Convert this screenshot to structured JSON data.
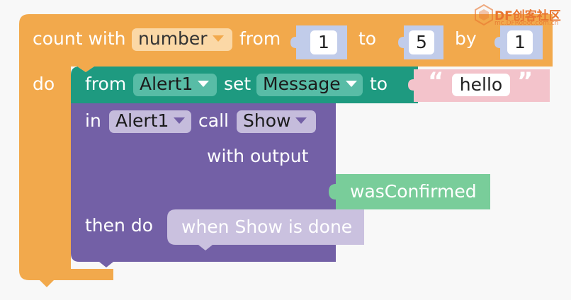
{
  "loop_block": {
    "label_count_with": "count with",
    "variable": "number",
    "label_from": "from",
    "from_value": "1",
    "label_to": "to",
    "to_value": "5",
    "label_by": "by",
    "by_value": "1",
    "label_do": "do"
  },
  "set_block": {
    "label_from": "from",
    "component": "Alert1",
    "label_set": "set",
    "property": "Message",
    "label_to": "to",
    "quote_open": "“",
    "text_value": "hello",
    "quote_close": "”"
  },
  "call_block": {
    "label_in": "in",
    "component": "Alert1",
    "label_call": "call",
    "method": "Show",
    "label_with_output": "with output",
    "output_var": "wasConfirmed",
    "label_then_do": "then do",
    "placeholder": "when Show is done"
  },
  "watermark": {
    "brand": "DF创客社区",
    "url": "mc.DFRobot.com.cn"
  },
  "colors": {
    "loop": "#f2a94c",
    "loop_dropdown": "#fbd8a6",
    "number": "#c1ccea",
    "set": "#1e9a80",
    "set_dropdown": "#58bca6",
    "text": "#f3c3cb",
    "call": "#7360a6",
    "call_dropdown": "#c5bcdc",
    "variable": "#79cd9a",
    "placeholder": "#cac1df"
  }
}
